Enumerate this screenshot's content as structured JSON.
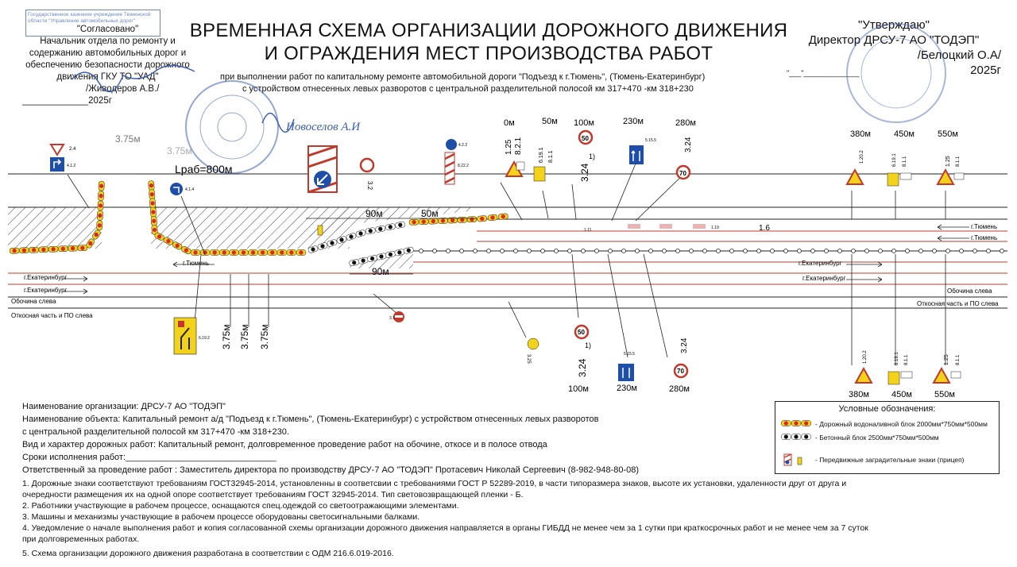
{
  "title_line1": "ВРЕМЕННАЯ СХЕМА ОРГАНИЗАЦИИ ДОРОЖНОГО ДВИЖЕНИЯ",
  "title_line2": "И ОГРАЖДЕНИЯ МЕСТ ПРОИЗВОДСТВА РАБОТ",
  "subtitle_line1": "при выполнении работ по капитальному ремонте автомобильной дороги \"Подъезд к г.Тюмень\", (Тюмень-Екатеринбург)",
  "subtitle_line2": "с устройством отнесенных левых разворотов с центральной разделительной полосой км 317+470 -км 318+230",
  "approval_left": {
    "stamp": "Государственное казенное учреждение Тюменской области \"Управление автомобильных дорог\"",
    "agreed": "\"Согласовано\"",
    "line1": "Начальник отдела по ремонту и",
    "line2": "содержанию автомобильных дорог и",
    "line3": "обеспечению  безопасности дорожного",
    "line4": "движения ГКУ ТО \"УАД\"",
    "signature": "/Живодеров А.В./",
    "date": "_____________2025г"
  },
  "approval_right": {
    "approve": "\"Утверждаю\"",
    "line1": "Директор ДРСУ-7 АО \"ТОДЭП\"",
    "signature": "/Белоцкий О.А/",
    "date": "2025г",
    "date_prefix": "\"___\"______________"
  },
  "gibdd_signature": "Новоселов А.И",
  "diagram": {
    "work_length": "Lраб=800м",
    "lane_width_top": "3.75м",
    "lane_width_top2": "3.75м",
    "taper_90a": "90м",
    "taper_50": "50м",
    "taper_90b": "90м",
    "lane_widths": [
      "3.75м",
      "3.75м",
      "3.75м"
    ],
    "label_tyumen_left": "г.Тюмень",
    "label_tyumen_r1": "г.Тюмень",
    "label_tyumen_r2": "г.Тюмень",
    "label_ekb_l1": "г.Екатеринбург",
    "label_ekb_l2": "г.Екатеринбург",
    "label_ekb_r1": "г.Екатеринбург",
    "label_ekb_r2": "г.Екатеринбург",
    "shoulder_left": "Обочина слева",
    "shoulder_right": "Обочина слева",
    "slope_left": "Откосная часть и ПО слева",
    "slope_right": "Откосная часть и ПО слева",
    "marking_16": "1.6",
    "marking_111": "1.11",
    "marking_119": "1.19",
    "top_dist": [
      "0м",
      "50м",
      "100м",
      "230м",
      "280м"
    ],
    "top_right_dist": [
      "380м",
      "450м",
      "550м"
    ],
    "bottom_dist": [
      "100м",
      "230м",
      "280м"
    ],
    "bottom_right_dist": [
      "380м",
      "450м",
      "550м"
    ],
    "sign_codes": {
      "s125": "1.25",
      "s821": "8.2.1",
      "s6191": "6.19.1",
      "s811": "8.1.1",
      "s324a": "3.24",
      "s324b": "3.24",
      "s324c": "3.24",
      "s324d": "3.24",
      "s1202": "1.20.2",
      "s32": "3.2",
      "s325": "3.25",
      "s24": "2.4",
      "s412": "4.1.2",
      "s414": "4.1.4",
      "s4225": "4.2.2",
      "s822": "8.22.2",
      "s61922": "6.19.2",
      "s5155": "5.15.5",
      "s21": "3.1",
      "s1202b": "1.20.2",
      "s6191b": "6.19.1",
      "s811b": "8.1.1",
      "s125b": "1.25",
      "s811c": "8.1.1",
      "s125c": "1.25",
      "s811d": "8.1.1",
      "s125r": "1.25",
      "s811r": "8.1.1",
      "s6191r": "6.19.1",
      "s811r2": "8.1.1",
      "s1202r": "1.20.2",
      "s5155b": "5.15.5",
      "s811e": "8.1.1"
    },
    "speed_50": "50",
    "speed_70": "70",
    "sup1": "1)"
  },
  "info": {
    "org": "Наименование организации: ДРСУ-7 АО \"ТОДЭП\"",
    "object1": "Наименование объекта: Капитальный ремонт а/д \"Подъезд к г.Тюмень\", (Тюмень-Екатеринбург) с устройством отнесенных левых разворотов",
    "object2": "с центральной разделительной полосой км 317+470 -км 318+230.",
    "works": "Вид и характер дорожных работ: Капитальный ремонт, долговременное проведение работ на обочине, откосе и в полосе отвода",
    "terms": "Сроки исполнения работ:_______________________________",
    "responsible": "Ответственный за проведение работ : Заместитель директора по производству ДРСУ-7 АО \"ТОДЭП\"  Протасевич Николай Сергеевич (8-982-948-80-08)"
  },
  "notes": [
    "1. Дорожные знаки соответствуют требованиям  ГОСТ32945-2014, установленны в соответсвии с требованиями ГОСТ Р 52289-2019, в части типоразмера знаков, высоте их установки, удаленности друг от друга и",
    "очередности размещения их на одной опоре соответствует требованиям ГОСТ 32945-2014. Тип световозвращающей пленки - Б.",
    "2. Работники участвующие в рабочем процессе, оснащаются спец.одеждой со светоотражающими элементами.",
    "3. Машины и механизмы участвующие в рабочем процессе оборудованы светосигнальными балками.",
    "4. Уведомление о начале выполнения работ и копия согласованной схемы организации дорожного движения направляется в органы ГИБДД не менее чем за 1 сутки при краткосрочных работ и не менее чем за 7 суток",
    "при долговременных работах.",
    "5.  Схема организации дорожного движения разработана в соответствии с ОДМ 216.6.019-2016."
  ],
  "legend": {
    "title": "Условные обозначения:",
    "item1": "- Дорожный водоналивной блок 2000мм*750мм*500мм",
    "item2": "- Бетонный блок 2500мм*750мм*500мм",
    "item3": "- Передвижные заградительные знаки (прицеп)"
  },
  "colors": {
    "barrier_red": "#d8262b",
    "barrier_yellow": "#f2d21b",
    "road_red": "#c0392b",
    "stamp_blue": "#3d5fb0",
    "sign_blue": "#1e4ea8"
  }
}
